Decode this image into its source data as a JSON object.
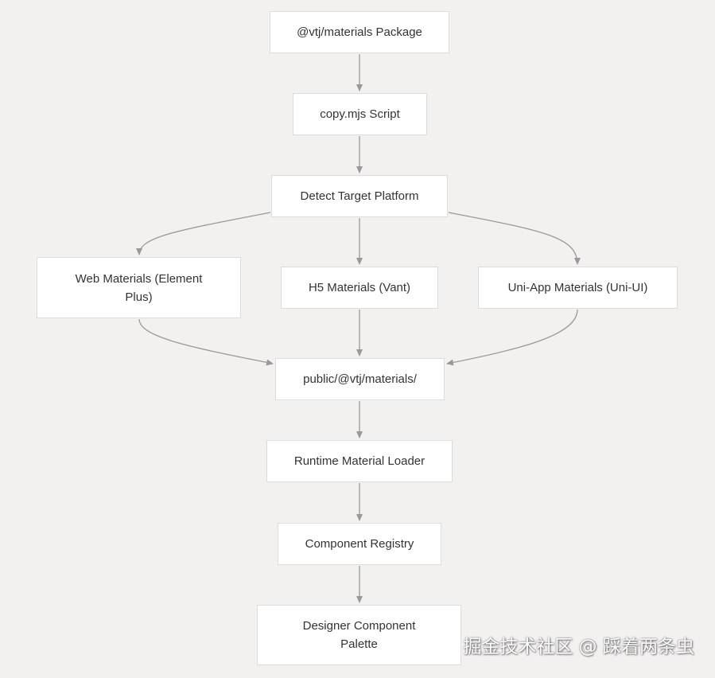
{
  "diagram": {
    "nodes": [
      {
        "id": "pkg",
        "label": "@vtj/materials Package"
      },
      {
        "id": "copy",
        "label": "copy.mjs Script"
      },
      {
        "id": "detect",
        "label": "Detect Target Platform"
      },
      {
        "id": "web",
        "label": "Web Materials (Element Plus)"
      },
      {
        "id": "h5",
        "label": "H5 Materials (Vant)"
      },
      {
        "id": "uni",
        "label": "Uni-App Materials (Uni-UI)"
      },
      {
        "id": "public",
        "label": "public/@vtj/materials/"
      },
      {
        "id": "loader",
        "label": "Runtime Material Loader"
      },
      {
        "id": "registry",
        "label": "Component Registry"
      },
      {
        "id": "palette",
        "label": "Designer Component Palette"
      }
    ],
    "edges": [
      {
        "from": "pkg",
        "to": "copy"
      },
      {
        "from": "copy",
        "to": "detect"
      },
      {
        "from": "detect",
        "to": "web"
      },
      {
        "from": "detect",
        "to": "h5"
      },
      {
        "from": "detect",
        "to": "uni"
      },
      {
        "from": "web",
        "to": "public"
      },
      {
        "from": "h5",
        "to": "public"
      },
      {
        "from": "uni",
        "to": "public"
      },
      {
        "from": "public",
        "to": "loader"
      },
      {
        "from": "loader",
        "to": "registry"
      },
      {
        "from": "registry",
        "to": "palette"
      }
    ],
    "colors": {
      "background": "#f2f1f0",
      "node_fill": "#ffffff",
      "node_border": "#dcdcdc",
      "edge": "#999999",
      "text": "#333333"
    }
  },
  "watermark": {
    "text": "掘金技术社区 @ 踩着两条虫"
  }
}
